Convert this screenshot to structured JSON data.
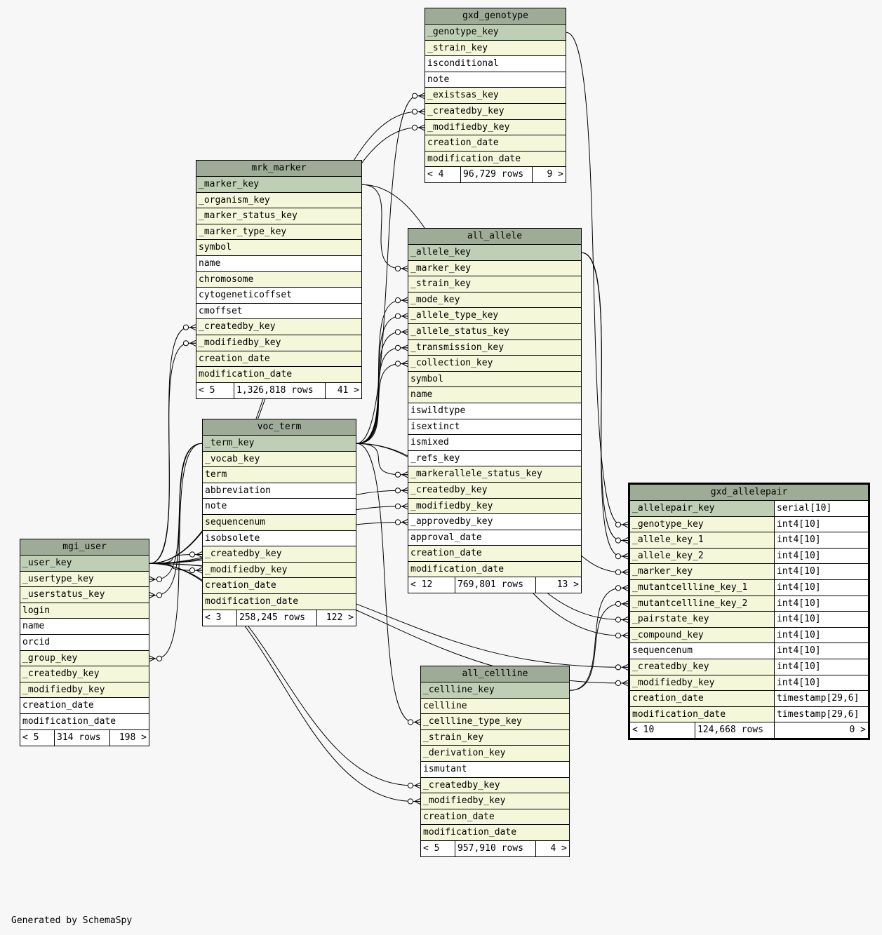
{
  "caption": "Generated by SchemaSpy",
  "tables": [
    {
      "id": "gxd_genotype",
      "name": "gxd_genotype",
      "columns": [
        {
          "name": "_genotype_key",
          "kind": "pk"
        },
        {
          "name": "_strain_key",
          "kind": "fk"
        },
        {
          "name": "isconditional",
          "kind": "plain"
        },
        {
          "name": "note",
          "kind": "plain"
        },
        {
          "name": "_existsas_key",
          "kind": "fk"
        },
        {
          "name": "_createdby_key",
          "kind": "fk"
        },
        {
          "name": "_modifiedby_key",
          "kind": "fk"
        },
        {
          "name": "creation_date",
          "kind": "fk"
        },
        {
          "name": "modification_date",
          "kind": "fk"
        }
      ],
      "footer": {
        "parents": "< 4",
        "rows": "96,729 rows",
        "children": "9 >"
      }
    },
    {
      "id": "mrk_marker",
      "name": "mrk_marker",
      "columns": [
        {
          "name": "_marker_key",
          "kind": "pk"
        },
        {
          "name": "_organism_key",
          "kind": "fk"
        },
        {
          "name": "_marker_status_key",
          "kind": "fk"
        },
        {
          "name": "_marker_type_key",
          "kind": "fk"
        },
        {
          "name": "symbol",
          "kind": "fk"
        },
        {
          "name": "name",
          "kind": "plain"
        },
        {
          "name": "chromosome",
          "kind": "fk"
        },
        {
          "name": "cytogeneticoffset",
          "kind": "plain"
        },
        {
          "name": "cmoffset",
          "kind": "plain"
        },
        {
          "name": "_createdby_key",
          "kind": "fk"
        },
        {
          "name": "_modifiedby_key",
          "kind": "fk"
        },
        {
          "name": "creation_date",
          "kind": "fk"
        },
        {
          "name": "modification_date",
          "kind": "fk"
        }
      ],
      "footer": {
        "parents": "< 5",
        "rows": "1,326,818 rows",
        "children": "41 >"
      }
    },
    {
      "id": "all_allele",
      "name": "all_allele",
      "columns": [
        {
          "name": "_allele_key",
          "kind": "pk"
        },
        {
          "name": "_marker_key",
          "kind": "fk"
        },
        {
          "name": "_strain_key",
          "kind": "fk"
        },
        {
          "name": "_mode_key",
          "kind": "fk"
        },
        {
          "name": "_allele_type_key",
          "kind": "fk"
        },
        {
          "name": "_allele_status_key",
          "kind": "fk"
        },
        {
          "name": "_transmission_key",
          "kind": "fk"
        },
        {
          "name": "_collection_key",
          "kind": "fk"
        },
        {
          "name": "symbol",
          "kind": "fk"
        },
        {
          "name": "name",
          "kind": "fk"
        },
        {
          "name": "iswildtype",
          "kind": "plain"
        },
        {
          "name": "isextinct",
          "kind": "plain"
        },
        {
          "name": "ismixed",
          "kind": "plain"
        },
        {
          "name": "_refs_key",
          "kind": "plain"
        },
        {
          "name": "_markerallele_status_key",
          "kind": "fk"
        },
        {
          "name": "_createdby_key",
          "kind": "fk"
        },
        {
          "name": "_modifiedby_key",
          "kind": "fk"
        },
        {
          "name": "_approvedby_key",
          "kind": "plain"
        },
        {
          "name": "approval_date",
          "kind": "plain"
        },
        {
          "name": "creation_date",
          "kind": "fk"
        },
        {
          "name": "modification_date",
          "kind": "fk"
        }
      ],
      "footer": {
        "parents": "< 12",
        "rows": "769,801 rows",
        "children": "13 >"
      }
    },
    {
      "id": "voc_term",
      "name": "voc_term",
      "columns": [
        {
          "name": "_term_key",
          "kind": "pk"
        },
        {
          "name": "_vocab_key",
          "kind": "fk"
        },
        {
          "name": "term",
          "kind": "fk"
        },
        {
          "name": "abbreviation",
          "kind": "plain"
        },
        {
          "name": "note",
          "kind": "plain"
        },
        {
          "name": "sequencenum",
          "kind": "fk"
        },
        {
          "name": "isobsolete",
          "kind": "plain"
        },
        {
          "name": "_createdby_key",
          "kind": "fk"
        },
        {
          "name": "_modifiedby_key",
          "kind": "fk"
        },
        {
          "name": "creation_date",
          "kind": "fk"
        },
        {
          "name": "modification_date",
          "kind": "fk"
        }
      ],
      "footer": {
        "parents": "< 3",
        "rows": "258,245 rows",
        "children": "122 >"
      }
    },
    {
      "id": "mgi_user",
      "name": "mgi_user",
      "columns": [
        {
          "name": "_user_key",
          "kind": "pk"
        },
        {
          "name": "_usertype_key",
          "kind": "fk"
        },
        {
          "name": "_userstatus_key",
          "kind": "fk"
        },
        {
          "name": "login",
          "kind": "fk"
        },
        {
          "name": "name",
          "kind": "plain"
        },
        {
          "name": "orcid",
          "kind": "plain"
        },
        {
          "name": "_group_key",
          "kind": "fk"
        },
        {
          "name": "_createdby_key",
          "kind": "fk"
        },
        {
          "name": "_modifiedby_key",
          "kind": "fk"
        },
        {
          "name": "creation_date",
          "kind": "plain"
        },
        {
          "name": "modification_date",
          "kind": "plain"
        }
      ],
      "footer": {
        "parents": "< 5",
        "rows": "314 rows",
        "children": "198 >"
      }
    },
    {
      "id": "all_cellline",
      "name": "all_cellline",
      "columns": [
        {
          "name": "_cellline_key",
          "kind": "pk"
        },
        {
          "name": "cellline",
          "kind": "fk"
        },
        {
          "name": "_cellline_type_key",
          "kind": "fk"
        },
        {
          "name": "_strain_key",
          "kind": "fk"
        },
        {
          "name": "_derivation_key",
          "kind": "fk"
        },
        {
          "name": "ismutant",
          "kind": "plain"
        },
        {
          "name": "_createdby_key",
          "kind": "fk"
        },
        {
          "name": "_modifiedby_key",
          "kind": "fk"
        },
        {
          "name": "creation_date",
          "kind": "fk"
        },
        {
          "name": "modification_date",
          "kind": "fk"
        }
      ],
      "footer": {
        "parents": "< 5",
        "rows": "957,910 rows",
        "children": "4 >"
      }
    },
    {
      "id": "gxd_allelepair",
      "name": "gxd_allelepair",
      "focus": true,
      "columns": [
        {
          "name": "_allelepair_key",
          "type": "serial[10]",
          "kind": "pk"
        },
        {
          "name": "_genotype_key",
          "type": "int4[10]",
          "kind": "fk"
        },
        {
          "name": "_allele_key_1",
          "type": "int4[10]",
          "kind": "fk"
        },
        {
          "name": "_allele_key_2",
          "type": "int4[10]",
          "kind": "fk"
        },
        {
          "name": "_marker_key",
          "type": "int4[10]",
          "kind": "fk"
        },
        {
          "name": "_mutantcellline_key_1",
          "type": "int4[10]",
          "kind": "fk"
        },
        {
          "name": "_mutantcellline_key_2",
          "type": "int4[10]",
          "kind": "fk"
        },
        {
          "name": "_pairstate_key",
          "type": "int4[10]",
          "kind": "fk"
        },
        {
          "name": "_compound_key",
          "type": "int4[10]",
          "kind": "fk"
        },
        {
          "name": "sequencenum",
          "type": "int4[10]",
          "kind": "plain"
        },
        {
          "name": "_createdby_key",
          "type": "int4[10]",
          "kind": "fk"
        },
        {
          "name": "_modifiedby_key",
          "type": "int4[10]",
          "kind": "fk"
        },
        {
          "name": "creation_date",
          "type": "timestamp[29,6]",
          "kind": "fk"
        },
        {
          "name": "modification_date",
          "type": "timestamp[29,6]",
          "kind": "fk"
        }
      ],
      "footer": {
        "parents": "< 10",
        "rows": "124,668 rows",
        "children": "0 >"
      }
    }
  ],
  "relationships": [
    {
      "from": "mgi_user._user_key",
      "to": "gxd_genotype._createdby_key"
    },
    {
      "from": "mgi_user._user_key",
      "to": "gxd_genotype._modifiedby_key"
    },
    {
      "from": "voc_term._term_key",
      "to": "gxd_genotype._existsas_key"
    },
    {
      "from": "mgi_user._user_key",
      "to": "mrk_marker._createdby_key"
    },
    {
      "from": "mgi_user._user_key",
      "to": "mrk_marker._modifiedby_key"
    },
    {
      "from": "mrk_marker._marker_key",
      "to": "all_allele._marker_key"
    },
    {
      "from": "voc_term._term_key",
      "to": "all_allele._mode_key"
    },
    {
      "from": "voc_term._term_key",
      "to": "all_allele._allele_type_key"
    },
    {
      "from": "voc_term._term_key",
      "to": "all_allele._allele_status_key"
    },
    {
      "from": "voc_term._term_key",
      "to": "all_allele._transmission_key"
    },
    {
      "from": "voc_term._term_key",
      "to": "all_allele._collection_key"
    },
    {
      "from": "voc_term._term_key",
      "to": "all_allele._markerallele_status_key"
    },
    {
      "from": "mgi_user._user_key",
      "to": "all_allele._createdby_key"
    },
    {
      "from": "mgi_user._user_key",
      "to": "all_allele._modifiedby_key"
    },
    {
      "from": "mgi_user._user_key",
      "to": "all_allele._approvedby_key"
    },
    {
      "from": "mgi_user._user_key",
      "to": "voc_term._createdby_key"
    },
    {
      "from": "mgi_user._user_key",
      "to": "voc_term._modifiedby_key"
    },
    {
      "from": "voc_term._term_key",
      "to": "mgi_user._usertype_key"
    },
    {
      "from": "voc_term._term_key",
      "to": "mgi_user._userstatus_key"
    },
    {
      "from": "voc_term._term_key",
      "to": "mgi_user._group_key"
    },
    {
      "from": "voc_term._term_key",
      "to": "all_cellline._cellline_type_key"
    },
    {
      "from": "mgi_user._user_key",
      "to": "all_cellline._createdby_key"
    },
    {
      "from": "mgi_user._user_key",
      "to": "all_cellline._modifiedby_key"
    },
    {
      "from": "gxd_genotype._genotype_key",
      "to": "gxd_allelepair._genotype_key"
    },
    {
      "from": "all_allele._allele_key",
      "to": "gxd_allelepair._allele_key_1"
    },
    {
      "from": "all_allele._allele_key",
      "to": "gxd_allelepair._allele_key_2"
    },
    {
      "from": "mrk_marker._marker_key",
      "to": "gxd_allelepair._marker_key"
    },
    {
      "from": "all_cellline._cellline_key",
      "to": "gxd_allelepair._mutantcellline_key_1"
    },
    {
      "from": "all_cellline._cellline_key",
      "to": "gxd_allelepair._mutantcellline_key_2"
    },
    {
      "from": "voc_term._term_key",
      "to": "gxd_allelepair._pairstate_key"
    },
    {
      "from": "voc_term._term_key",
      "to": "gxd_allelepair._compound_key"
    },
    {
      "from": "mgi_user._user_key",
      "to": "gxd_allelepair._createdby_key"
    },
    {
      "from": "mgi_user._user_key",
      "to": "gxd_allelepair._modifiedby_key"
    }
  ]
}
